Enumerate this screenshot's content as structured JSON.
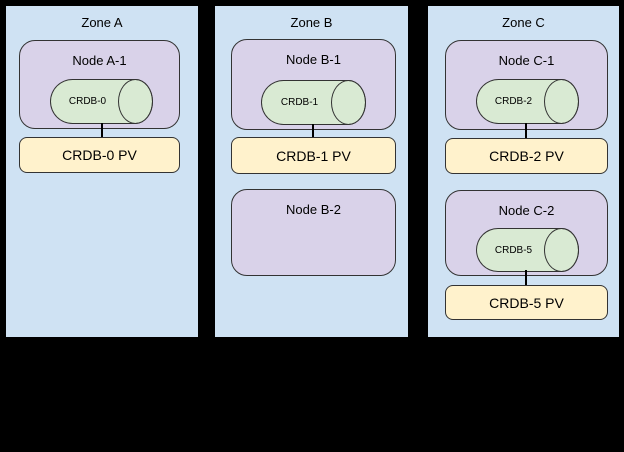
{
  "diagram": {
    "background_color": "#000000",
    "palette": {
      "zone_fill": "#cfe2f3",
      "node_fill": "#d9d2e9",
      "database_fill": "#d9ead3",
      "pv_fill": "#fff2cc",
      "border_color": "#000000"
    },
    "zones": [
      {
        "label": "Zone A",
        "nodes": [
          {
            "label": "Node A-1",
            "disk": "CRDB-0",
            "pv": "CRDB-0 PV"
          }
        ]
      },
      {
        "label": "Zone B",
        "nodes": [
          {
            "label": "Node B-1",
            "disk": "CRDB-1",
            "pv": "CRDB-1 PV"
          },
          {
            "label": "Node B-2"
          }
        ]
      },
      {
        "label": "Zone C",
        "nodes": [
          {
            "label": "Node C-1",
            "disk": "CRDB-2",
            "pv": "CRDB-2 PV"
          },
          {
            "label": "Node C-2",
            "disk": "CRDB-5",
            "pv": "CRDB-5 PV"
          }
        ]
      }
    ]
  }
}
